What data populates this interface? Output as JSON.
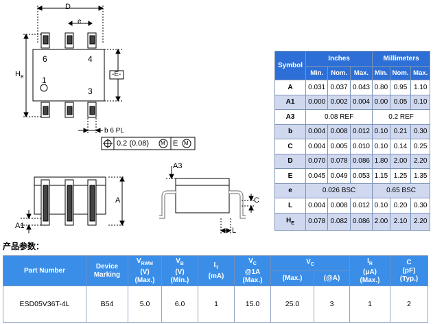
{
  "drawing": {
    "top_view": {
      "dim_D": "D",
      "dim_e": "e",
      "dim_HE": "H",
      "dim_HE_sub": "E",
      "pin_6": "6",
      "pin_4": "4",
      "pin_1": "1",
      "pin_3": "3",
      "datum_E": "E",
      "dim_b": "b 6 PL",
      "tolerance_value": "0.2 (0.08)",
      "tolerance_mod1": "M",
      "tolerance_datum": "E",
      "tolerance_mod2": "M"
    },
    "front_view": {
      "dim_A": "A",
      "dim_A1": "A1"
    },
    "side_view": {
      "dim_A3": "A3",
      "dim_C": "C",
      "dim_L": "L"
    }
  },
  "dimension_table": {
    "header_symbol": "Symbol",
    "header_inches": "Inches",
    "header_mm": "Millimeters",
    "sub_min": "Min.",
    "sub_nom": "Nom.",
    "sub_max": "Max.",
    "rows": [
      {
        "sym": "A",
        "cells": [
          "0.031",
          "0.037",
          "0.043",
          "0.80",
          "0.95",
          "1.10"
        ]
      },
      {
        "sym": "A1",
        "cells": [
          "0.000",
          "0.002",
          "0.004",
          "0.00",
          "0.05",
          "0.10"
        ]
      },
      {
        "sym": "A3",
        "ref_in": "0.08 REF",
        "ref_mm": "0.2 REF"
      },
      {
        "sym": "b",
        "cells": [
          "0.004",
          "0.008",
          "0.012",
          "0.10",
          "0.21",
          "0.30"
        ]
      },
      {
        "sym": "C",
        "cells": [
          "0.004",
          "0.005",
          "0.010",
          "0.10",
          "0.14",
          "0.25"
        ]
      },
      {
        "sym": "D",
        "cells": [
          "0.070",
          "0.078",
          "0.086",
          "1.80",
          "2.00",
          "2.20"
        ]
      },
      {
        "sym": "E",
        "cells": [
          "0.045",
          "0.049",
          "0.053",
          "1.15",
          "1.25",
          "1.35"
        ]
      },
      {
        "sym": "e",
        "ref_in": "0.026 BSC",
        "ref_mm": "0.65 BSC"
      },
      {
        "sym": "L",
        "cells": [
          "0.004",
          "0.008",
          "0.012",
          "0.10",
          "0.20",
          "0.30"
        ]
      },
      {
        "sym": "H",
        "sym_sub": "E",
        "cells": [
          "0.078",
          "0.082",
          "0.086",
          "2.00",
          "2.10",
          "2.20"
        ]
      }
    ]
  },
  "params": {
    "title": "产品参数：",
    "headers": {
      "part_number": "Part Number",
      "device_marking_1": "Device",
      "device_marking_2": "Marking",
      "vrwm_1": "V",
      "vrwm_sub": "RWM",
      "vrwm_2": "(V)",
      "vrwm_3": "(Max.)",
      "vb_1": "V",
      "vb_sub": "B",
      "vb_2": "(V)",
      "vb_3": "(Min.)",
      "it_1": "I",
      "it_sub": "T",
      "it_2": "(mA)",
      "vc1_1": "V",
      "vc1_sub": "C",
      "vc1_2": "@1A",
      "vc1_3": "(Max.)",
      "vc2_1": "V",
      "vc2_sub": "C",
      "vc2_max": "(Max.)",
      "vc2_at": "(@A)",
      "ir_1": "I",
      "ir_sub": "R",
      "ir_2": "(μA)",
      "ir_3": "(Max.)",
      "c_1": "C",
      "c_2": "(pF)",
      "c_3": "(Typ.)"
    },
    "row": {
      "part_number": "ESD05V36T-4L",
      "device_marking": "B54",
      "vrwm": "5.0",
      "vb": "6.0",
      "it": "1",
      "vc_1a": "15.0",
      "vc_max": "25.0",
      "vc_at": "3",
      "ir": "1",
      "c": "2"
    }
  },
  "colors": {
    "table_header": "#2d6fd6",
    "table_alt_row": "#cfd8ef",
    "param_header": "#3b8ee8"
  }
}
